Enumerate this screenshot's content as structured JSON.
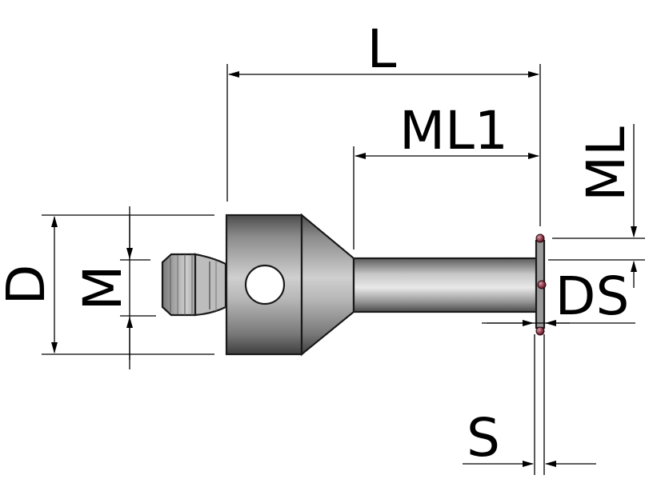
{
  "labels": {
    "L": "L",
    "ML1": "ML1",
    "ML": "ML",
    "D": "D",
    "M": "M",
    "DS": "DS",
    "S": "S"
  },
  "colors": {
    "background": "#ffffff",
    "line": "#000000",
    "metal_light": "#e6e6e6",
    "metal_mid": "#a8a8a8",
    "metal_dark": "#5a5a5a",
    "ruby": "#8e3848"
  }
}
